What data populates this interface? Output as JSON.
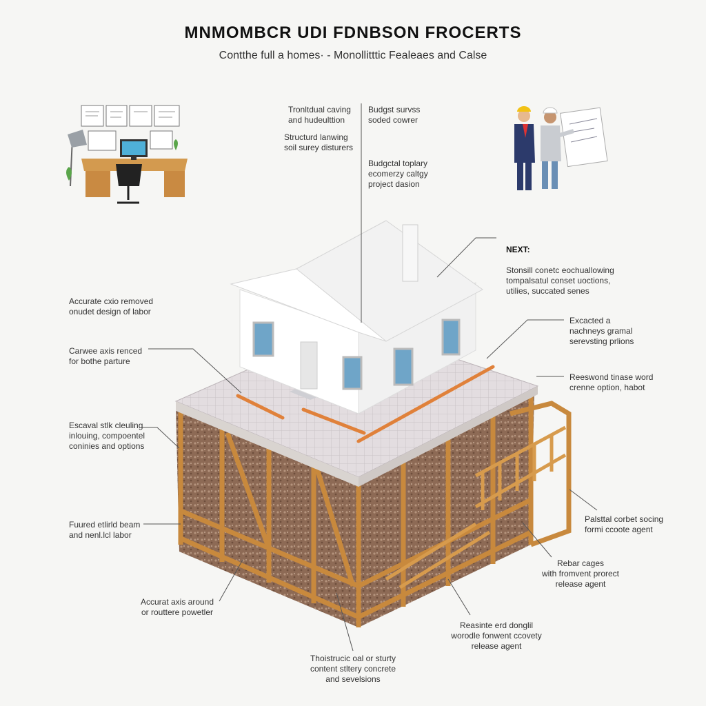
{
  "header": {
    "title": "MNMOMBCR UDI FDNBSON FROCERTS",
    "subtitle": "Contthe full a homes· - Monollitttic Fealeaes and Calse"
  },
  "callouts": {
    "top_left_1": "Tronltdual caving\nand hudeulttion",
    "top_left_2": "Structurd lanwing\nsoil surey disturers",
    "top_right_1": "Budgst survss\nsoded cowrer",
    "top_right_2": "Budgctal toplary\necomerzy caltgy\nproject dasion",
    "next_head": "NEXT:",
    "next_body": "Stonsill conetc eochuallowing\ntompalsatul conset uoctions,\nutilies, succated senes",
    "left_1": "Accurate cxio removed\nonudet design of labor",
    "left_2": "Carwee axis renced\nfor bothe parture",
    "left_3": "Escaval stlk cleuling\ninlouing, compoentel\nconinies and options",
    "left_4": "Fuured etlirld beam\nand nenl.lcl labor",
    "bottom_left": "Accurat axis around\nor routtere powetler",
    "bottom_center": "Thoistrucic oal or sturty\ncontent stltery concrete\nand sevelsions",
    "bottom_right_1": "Reasinte erd donglil\nworodle fonwent ccovety\nrelease agent",
    "right_1": "Excacted a\nnachneys gramal\nserevsting prlions",
    "right_2": "Reeswond tinase word\ncrenne option, habot",
    "right_3": "Palsttal corbet socing\nformi ccoote agent",
    "right_4": "Rebar cages\nwith fromvent prorect\nrelease agent"
  }
}
